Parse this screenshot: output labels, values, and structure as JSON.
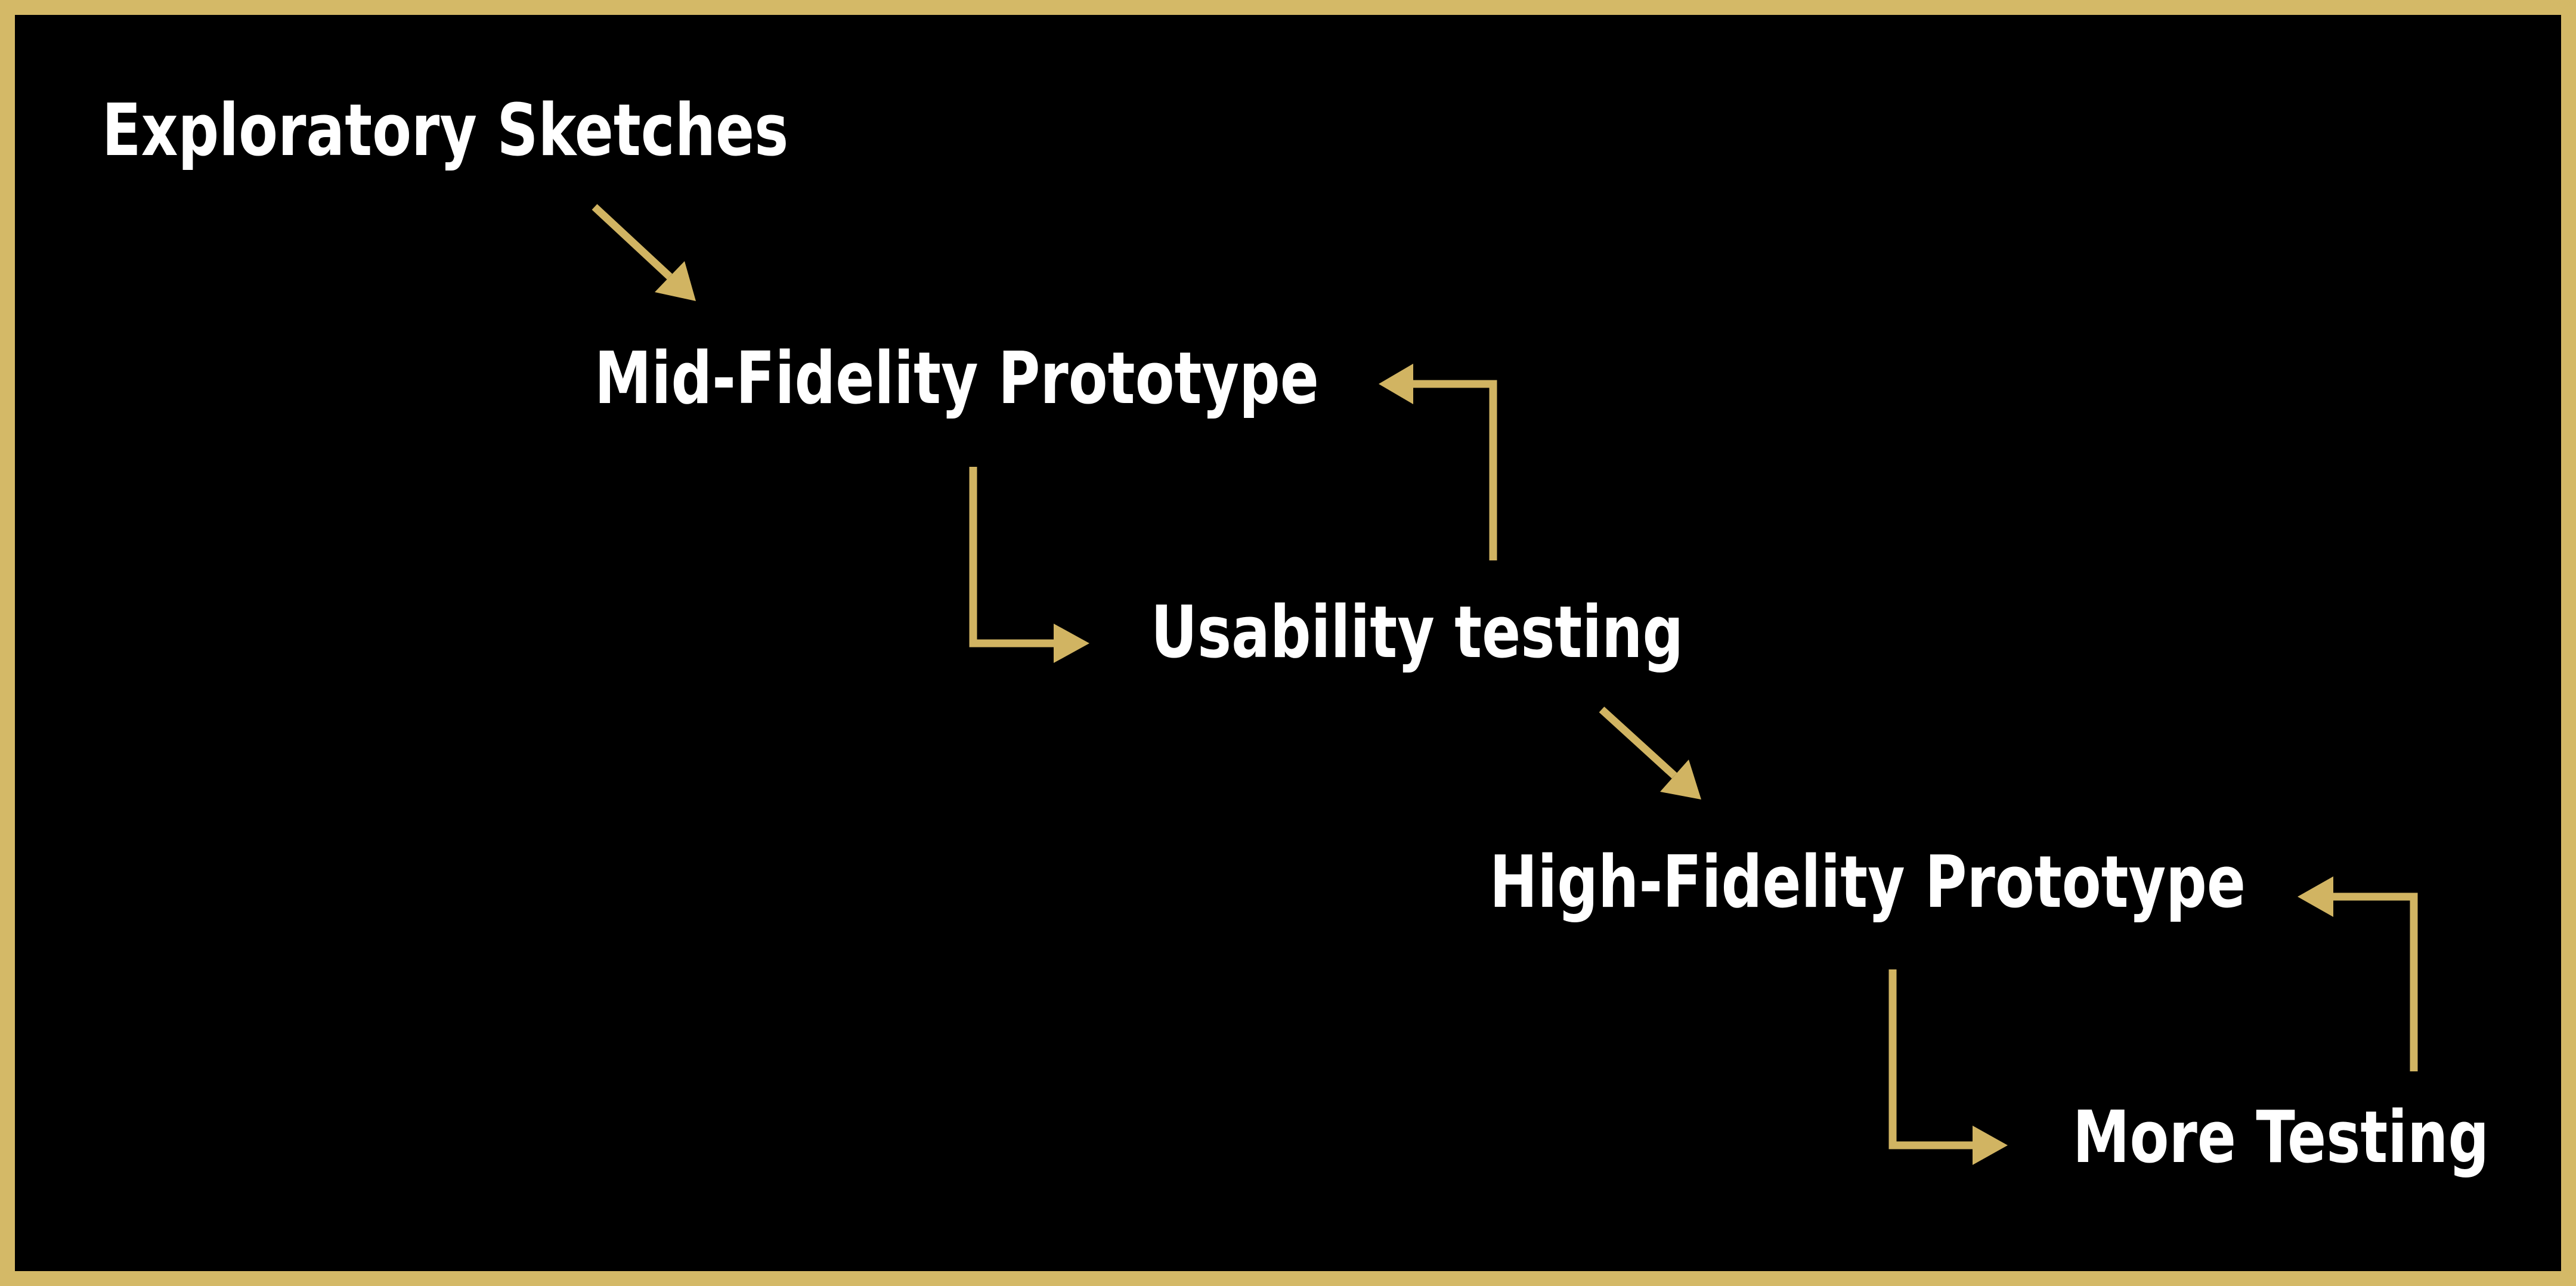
{
  "colors": {
    "background": "#000000",
    "border_gold": "#d4b967",
    "arrow_gold": "#d1b462",
    "text": "#ffffff"
  },
  "nodes": [
    {
      "id": "exploratory-sketches",
      "label": "Exploratory Sketches"
    },
    {
      "id": "mid-fidelity-prototype",
      "label": "Mid-Fidelity Prototype"
    },
    {
      "id": "usability-testing",
      "label": "Usability testing"
    },
    {
      "id": "high-fidelity-prototype",
      "label": "High-Fidelity Prototype"
    },
    {
      "id": "more-testing",
      "label": "More Testing"
    }
  ],
  "arrows": [
    {
      "from": "exploratory-sketches",
      "to": "mid-fidelity-prototype",
      "style": "diagonal-down-right"
    },
    {
      "from": "mid-fidelity-prototype",
      "to": "usability-testing",
      "style": "elbow-down-then-right"
    },
    {
      "from": "usability-testing",
      "to": "mid-fidelity-prototype",
      "style": "elbow-up-then-left"
    },
    {
      "from": "usability-testing",
      "to": "high-fidelity-prototype",
      "style": "diagonal-down-right"
    },
    {
      "from": "high-fidelity-prototype",
      "to": "more-testing",
      "style": "elbow-down-then-right"
    },
    {
      "from": "more-testing",
      "to": "high-fidelity-prototype",
      "style": "elbow-up-then-left"
    }
  ]
}
